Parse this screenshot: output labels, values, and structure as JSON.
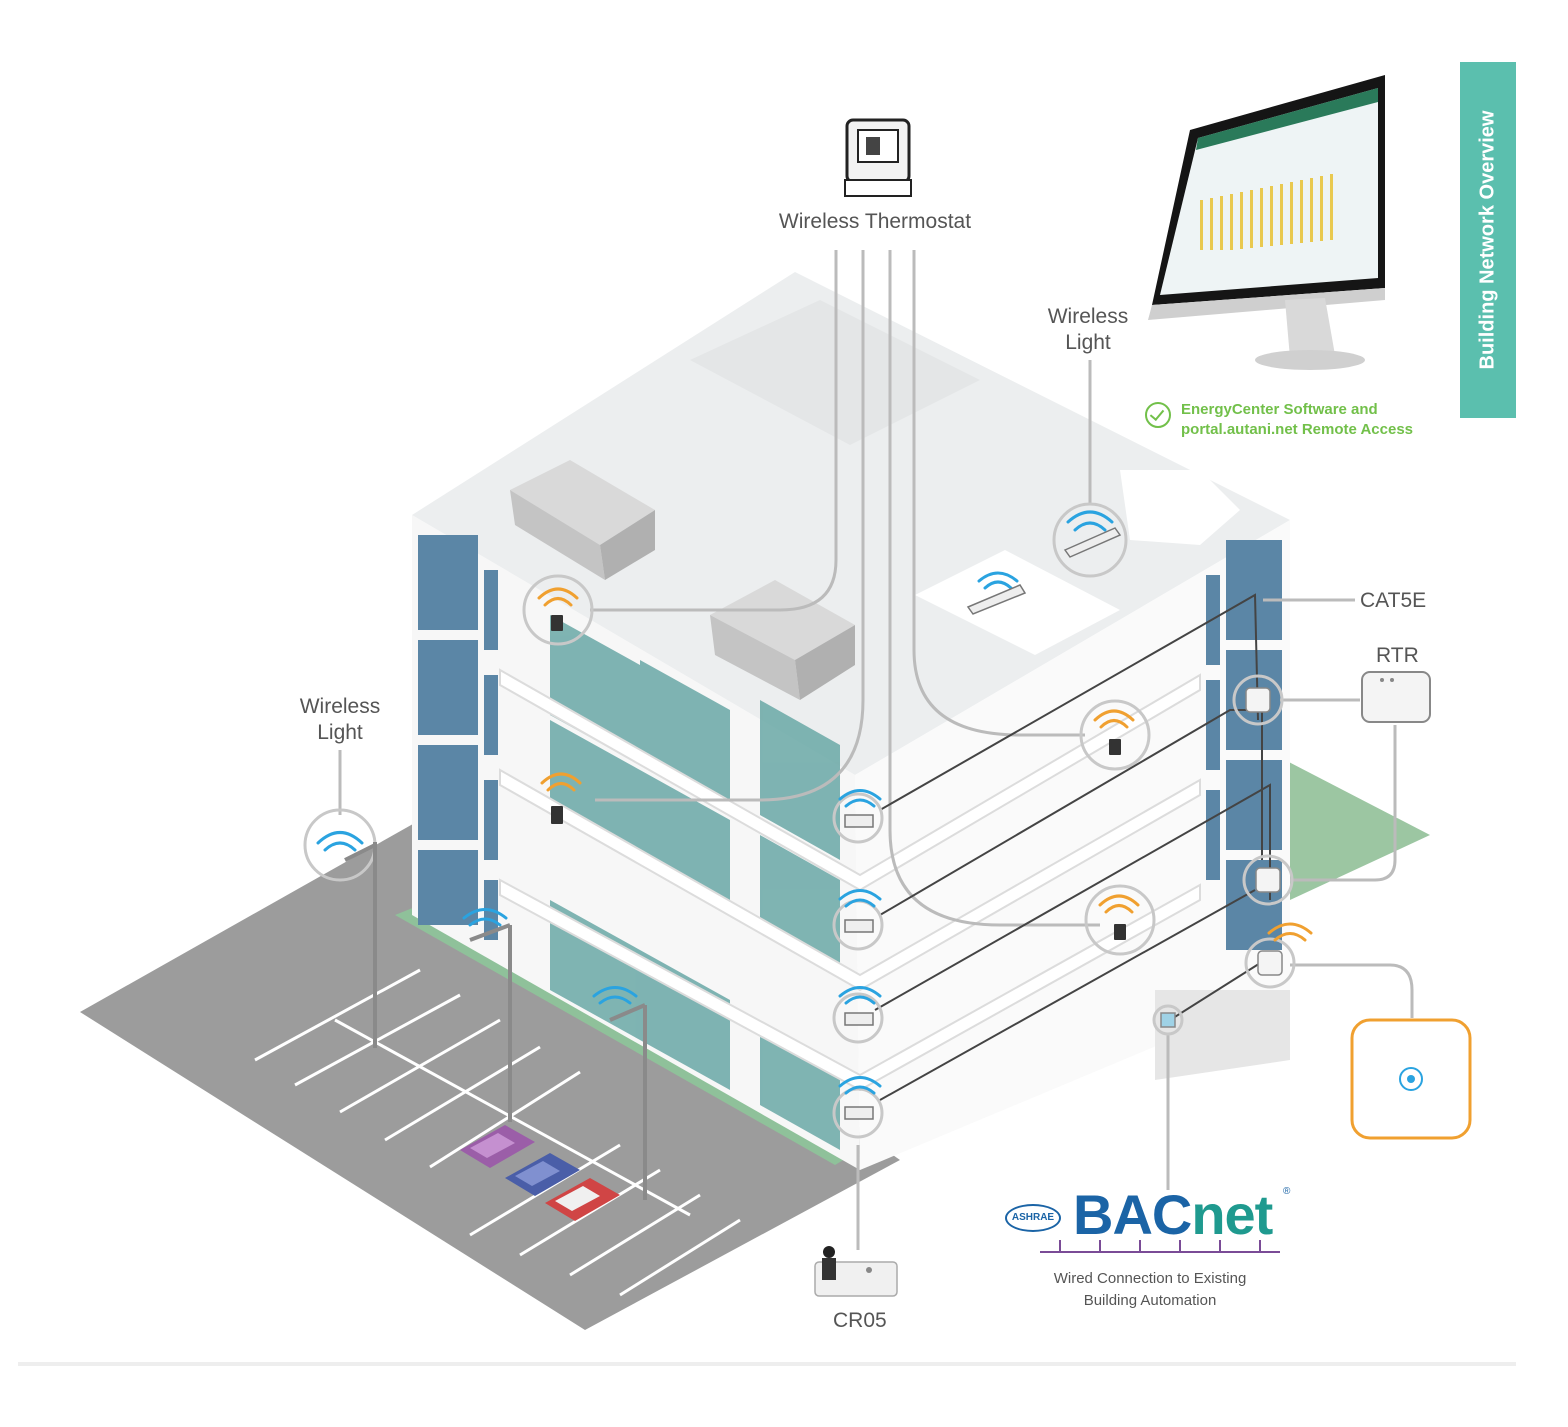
{
  "side_tab": {
    "label": "Building Network Overview"
  },
  "labels": {
    "thermostat": "Wireless Thermostat",
    "wireless_light_top": "Wireless Light",
    "wireless_light_left": "Wireless Light",
    "cat5e": "CAT5E",
    "rtr": "RTR",
    "cr05": "CR05"
  },
  "energy_center": {
    "line1": "EnergyCenter Software and",
    "line2": "portal.autani.net Remote Access"
  },
  "bacnet": {
    "ashrae": "ASHRAE",
    "logo_b": "BAC",
    "logo_n": "net",
    "registered": "®",
    "caption_line1": "Wired Connection to Existing",
    "caption_line2": "Building Automation"
  },
  "colors": {
    "accent_teal": "#5bbfae",
    "wifi_blue": "#2aa3e0",
    "wifi_orange": "#f0a030",
    "success_green": "#72c04a",
    "bacnet_blue": "#1b64a6"
  }
}
